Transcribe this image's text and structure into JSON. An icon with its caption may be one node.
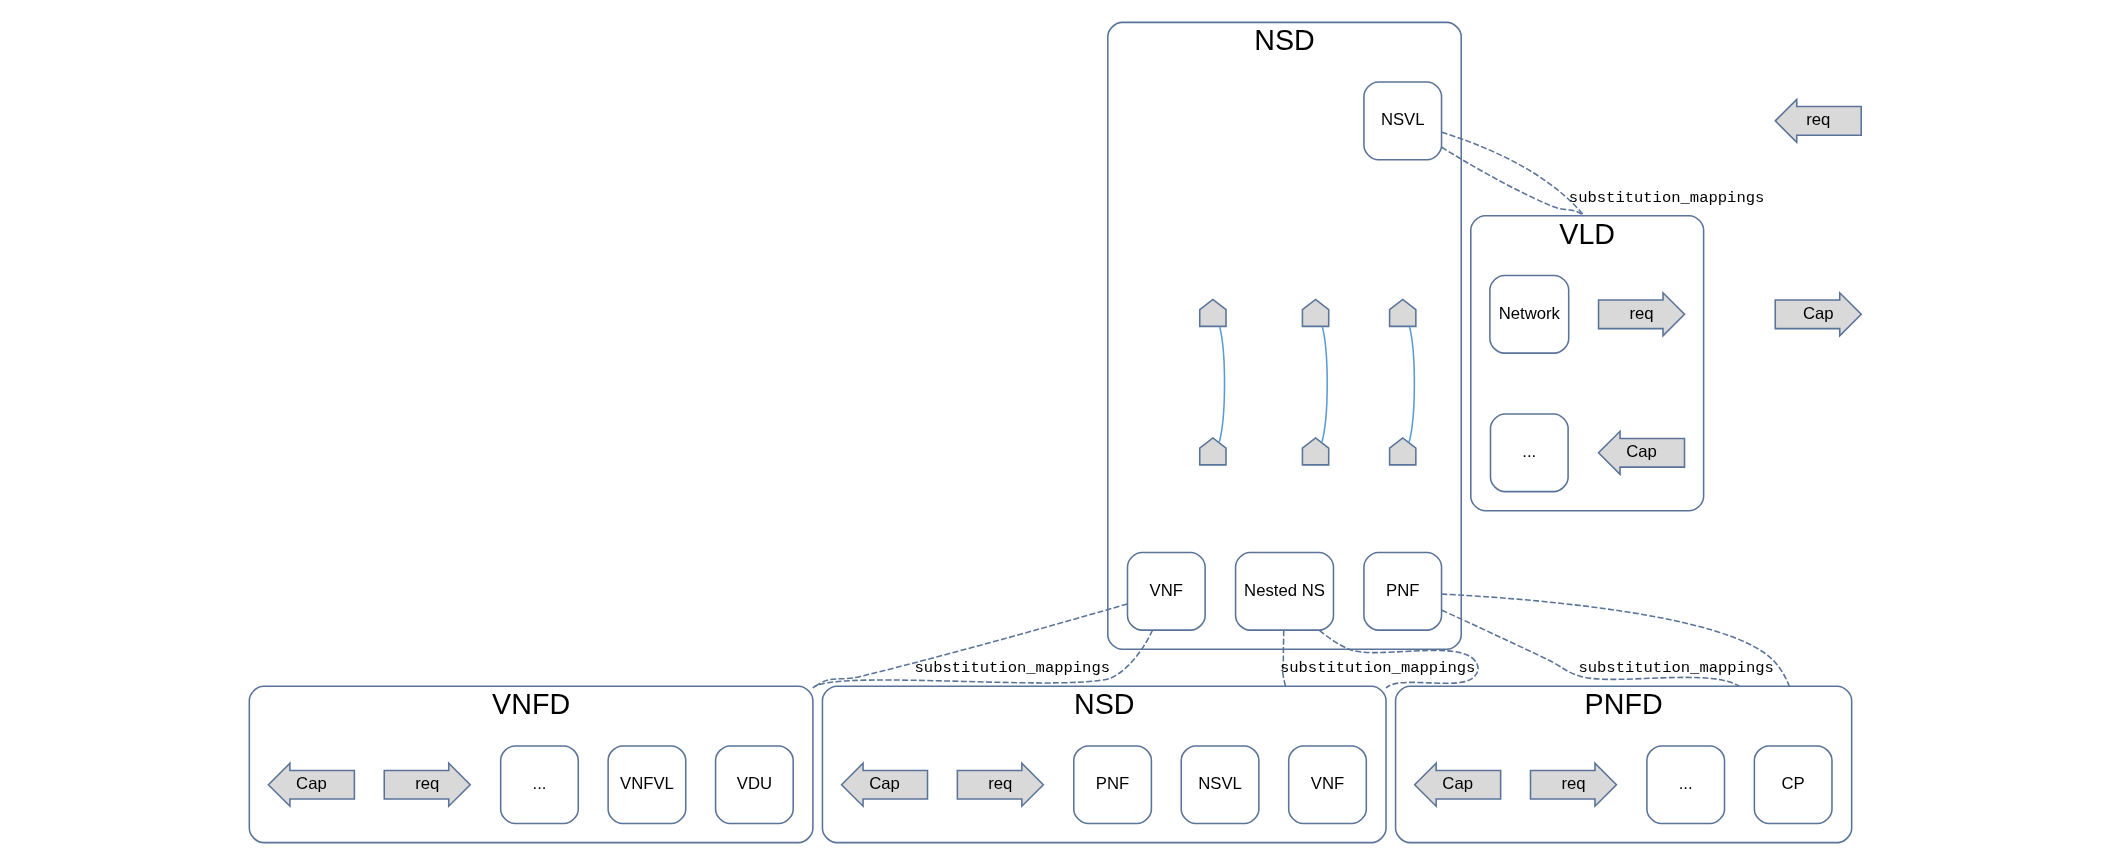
{
  "diagram": {
    "nodes": [
      {
        "text": [
          "NSD"
        ]
      },
      {
        "text": [
          "NSVL"
        ],
        "in": 0
      },
      {
        "text": [],
        "shape": "pentagon",
        "in": 0
      },
      {
        "text": [],
        "shape": "pentagon",
        "in": 0
      },
      {
        "text": [],
        "shape": "pentagon",
        "in": 0
      },
      {
        "text": [
          "VNF"
        ],
        "in": 0
      },
      {
        "text": [],
        "shape": "pentagon",
        "in": 0
      },
      {
        "text": [
          "Nested NS"
        ],
        "in": 0
      },
      {
        "text": [],
        "shape": "pentagon",
        "in": 0
      },
      {
        "text": [
          "PNF"
        ],
        "in": 0
      },
      {
        "text": [],
        "shape": "pentagon",
        "in": 0
      },
      {
        "text": [
          "req"
        ]
      },
      {
        "text": [
          "Cap"
        ]
      },
      {
        "text": [
          "VLD"
        ]
      },
      {
        "text": [
          "req"
        ],
        "in": 13
      },
      {
        "text": [
          "Network"
        ],
        "in": 13
      },
      {
        "text": [
          "..."
        ],
        "in": 13
      },
      {
        "text": [
          "Cap"
        ],
        "in": 13
      },
      {
        "text": [
          "VNFD"
        ]
      },
      {
        "text": [
          "VDU"
        ],
        "in": 18
      },
      {
        "text": [
          "VNFVL"
        ],
        "in": 18
      },
      {
        "text": [
          "..."
        ],
        "in": 18
      },
      {
        "text": [
          "req"
        ],
        "in": 18
      },
      {
        "text": [
          "Cap"
        ],
        "in": 18
      },
      {
        "text": [
          "NSD"
        ]
      },
      {
        "text": [
          "VNF"
        ],
        "in": 24
      },
      {
        "text": [
          "NSVL"
        ],
        "in": 24
      },
      {
        "text": [
          "PNF"
        ],
        "in": 24
      },
      {
        "text": [
          "req"
        ],
        "in": 24
      },
      {
        "text": [
          "Cap"
        ],
        "in": 24
      },
      {
        "text": [
          "PNFD"
        ]
      },
      {
        "text": [
          "CP"
        ],
        "in": 30
      },
      {
        "text": [
          "..."
        ],
        "in": 30
      },
      {
        "text": [
          "req"
        ],
        "in": 30
      },
      {
        "text": [
          "Cap"
        ],
        "in": 30
      }
    ],
    "edges": [
      {
        "from": 6,
        "to": 2,
        "arrow": "none",
        "color": "#5b9bd5"
      },
      {
        "from": 8,
        "to": 3,
        "arrow": "none",
        "color": "#5b9bd5"
      },
      {
        "from": 10,
        "to": 4,
        "arrow": "none",
        "color": "#5b9bd5"
      },
      {
        "from": 1,
        "to": 13,
        "arrow": "none",
        "style": "dashed"
      },
      {
        "from": 1,
        "to": 13,
        "arrow": "none",
        "style": "dashed",
        "label": "substitution_mappings"
      },
      {
        "from": 5,
        "to": 18,
        "arrow": "none",
        "style": "dashed",
        "label": "substitution_mappings"
      },
      {
        "from": 5,
        "to": 18,
        "arrow": "none",
        "style": "dashed"
      },
      {
        "from": 7,
        "to": 24,
        "arrow": "none",
        "style": "dashed",
        "label": "substitution_mappings"
      },
      {
        "from": 7,
        "to": 24,
        "arrow": "none",
        "style": "dashed"
      },
      {
        "from": 9,
        "to": 30,
        "arrow": "none",
        "style": "dashed",
        "label": "substitution_mappings"
      },
      {
        "from": 9,
        "to": 30,
        "arrow": "none",
        "style": "dashed"
      }
    ]
  }
}
